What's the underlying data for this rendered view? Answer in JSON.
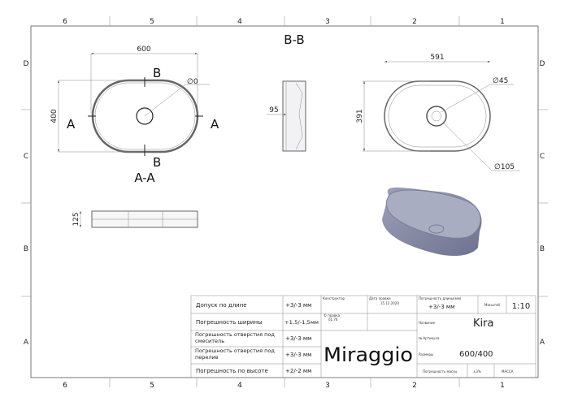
{
  "frame": {
    "columns": [
      "6",
      "5",
      "4",
      "3",
      "2",
      "1"
    ],
    "rows": [
      "D",
      "C",
      "B",
      "A"
    ]
  },
  "views": {
    "top_view": {
      "width_dim": "600",
      "height_dim": "400",
      "hole_dim": "∅0",
      "section_a": "A",
      "section_b": "B",
      "title": "A-A"
    },
    "section_bb": {
      "title": "B-B",
      "depth_dim": "95"
    },
    "plan_view": {
      "width_dim": "591",
      "height_dim": "391",
      "drain_dim": "∅45",
      "outer_drain_dim": "∅105"
    },
    "front_view": {
      "height_dim": "125"
    }
  },
  "title_block": {
    "tolerances": [
      {
        "label": "Допуск по длине",
        "value": "+3/-3 мм"
      },
      {
        "label": "Погрешность ширины",
        "value": "+1,5/-1,5мм"
      },
      {
        "label": "Погрешность отверстия под смеситель",
        "value": "+3/-3 мм"
      },
      {
        "label": "Погрешность отверстия под перелив",
        "value": "+3/-3 мм"
      },
      {
        "label": "Погрешность по высоте",
        "value": "+2/-2 мм"
      }
    ],
    "designer_label": "Конструктор",
    "date_label": "Дата правки",
    "date_value": "15.12.2020",
    "rights_label": "© правка",
    "rights_value": "01.76",
    "length_tol_label": "Погрешность длины(мм)",
    "length_tol_value": "+3/-3 мм",
    "scale_label": "Масштаб",
    "scale_value": "1:10",
    "name_label": "Название",
    "name_value": "Kira",
    "article_label": "№ Артикула",
    "size_label": "Размеры",
    "size_value": "600/400",
    "mass_tol_label": "Погрешность массы",
    "mass_tol_value": "±3%",
    "mass_label": "МАССА",
    "brand": "Miraggio"
  },
  "colors": {
    "basin": "#8a8ea6",
    "basin_dark": "#5d6078",
    "line": "#555555"
  }
}
